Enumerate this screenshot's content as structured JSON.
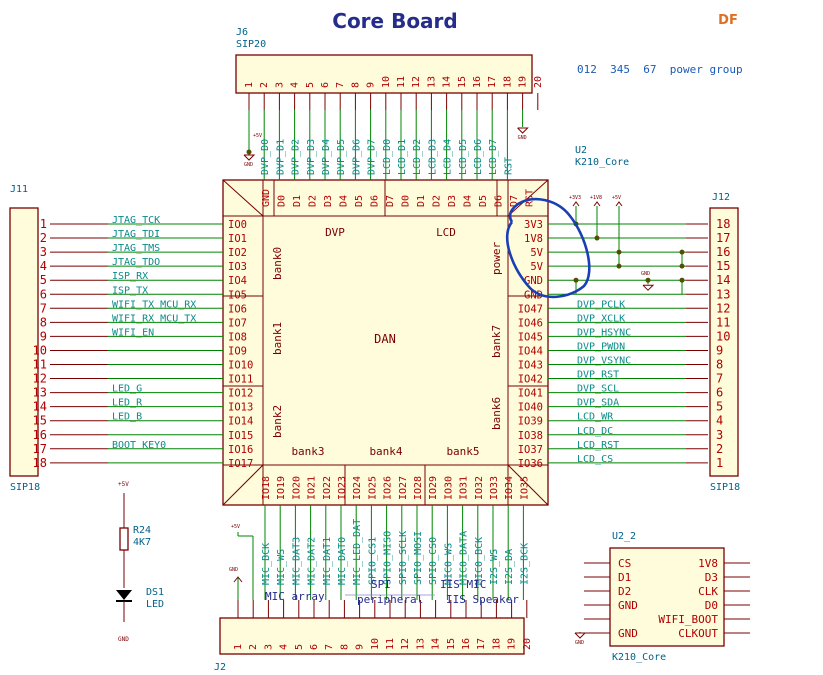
{
  "title": "Core Board",
  "brand": "DF",
  "power_group": "012  345  67  power group",
  "colors": {
    "outline": "#7a0000",
    "fill": "#fffcdb",
    "pin_num": "#b00000",
    "pin_name": "#008484",
    "label": "#0a8a8a",
    "net": "#505000",
    "comp": "#00628a",
    "wire": "#008400",
    "dark": "#252c8a",
    "annot": "#1a3fb5",
    "df": "#e07020"
  },
  "j6": {
    "ref": "J6",
    "val": "SIP20",
    "pins": [
      "1",
      "2",
      "3",
      "4",
      "5",
      "6",
      "7",
      "8",
      "9",
      "10",
      "11",
      "12",
      "13",
      "14",
      "15",
      "16",
      "17",
      "18",
      "19",
      "20"
    ]
  },
  "j2": {
    "ref": "J2",
    "pins": [
      "1",
      "2",
      "3",
      "4",
      "5",
      "6",
      "7",
      "8",
      "9",
      "10",
      "11",
      "12",
      "13",
      "14",
      "15",
      "16",
      "17",
      "18",
      "19",
      "20"
    ]
  },
  "j11": {
    "ref": "J11",
    "val": "SIP18",
    "pins": [
      "1",
      "2",
      "3",
      "4",
      "5",
      "6",
      "7",
      "8",
      "9",
      "10",
      "11",
      "12",
      "13",
      "14",
      "15",
      "16",
      "17",
      "18"
    ]
  },
  "j12": {
    "ref": "J12",
    "val": "SIP18",
    "pins": [
      "18",
      "17",
      "16",
      "15",
      "14",
      "13",
      "12",
      "11",
      "10",
      "9",
      "8",
      "7",
      "6",
      "5",
      "4",
      "3",
      "2",
      "1"
    ]
  },
  "u2": {
    "ref": "U2",
    "val": "K210_Core",
    "center": "DAN",
    "top_pins": [
      "GND",
      "D0",
      "D1",
      "D2",
      "D3",
      "D4",
      "D5",
      "D6",
      "D7",
      "D0",
      "D1",
      "D2",
      "D3",
      "D4",
      "D5",
      "D6",
      "D7",
      "RST"
    ],
    "top_groups": [
      "DVP",
      "LCD"
    ],
    "left_pins": [
      "IO0",
      "IO1",
      "IO2",
      "IO3",
      "IO4",
      "IO5",
      "IO6",
      "IO7",
      "IO8",
      "IO9",
      "IO10",
      "IO11",
      "IO12",
      "IO13",
      "IO14",
      "IO15",
      "IO16",
      "IO17"
    ],
    "right_pins": [
      "3V3",
      "1V8",
      "5V",
      "5V",
      "GND",
      "GND",
      "IO47",
      "IO46",
      "IO45",
      "IO44",
      "IO43",
      "IO42",
      "IO41",
      "IO40",
      "IO39",
      "IO38",
      "IO37",
      "IO36"
    ],
    "bottom_pins": [
      "IO18",
      "IO19",
      "IO20",
      "IO21",
      "IO22",
      "IO23",
      "IO24",
      "IO25",
      "IO26",
      "IO27",
      "IO28",
      "IO29",
      "IO30",
      "IO31",
      "IO32",
      "IO33",
      "IO34",
      "IO35"
    ],
    "banks": [
      "bank0",
      "bank1",
      "bank2",
      "bank3",
      "bank4",
      "bank5",
      "bank6",
      "bank7",
      "power"
    ]
  },
  "top_nets": [
    "+5V",
    "DVP_D0",
    "DVP_D1",
    "DVP_D2",
    "DVP_D3",
    "DVP_D4",
    "DVP_D5",
    "DVP_D6",
    "DVP_D7",
    "LCD_D0",
    "LCD_D1",
    "LCD_D2",
    "LCD_D3",
    "LCD_D4",
    "LCD_D5",
    "LCD_D6",
    "LCD_D7",
    "RST",
    "GND"
  ],
  "left_nets": [
    "JTAG_TCK",
    "JTAG_TDI",
    "JTAG_TMS",
    "JTAG_TDO",
    "ISP_RX",
    "ISP_TX",
    "WIFI_TX  MCU_RX",
    "WIFI_RX  MCU_TX",
    "WIFI_EN",
    "",
    "",
    "",
    "LED_G",
    "LED_R",
    "LED_B",
    "",
    "BOOT  KEY0",
    ""
  ],
  "right_nets": [
    "DVP_PCLK",
    "DVP_XCLK",
    "DVP_HSYNC",
    "DVP_PWDN",
    "DVP_VSYNC",
    "DVP_RST",
    "DVP_SCL",
    "DVP_SDA",
    "LCD_WR",
    "LCD_DC",
    "LCD_RST",
    "LCD_CS"
  ],
  "power_labels": [
    "+3V3",
    "+1V8",
    "+5V"
  ],
  "bottom_nets": [
    "MIC_BCK",
    "MIC_WS",
    "MIC_DAT3",
    "MIC_DAT2",
    "MIC_DAT1",
    "MIC_DAT0",
    "MIC_LED_DAT",
    "SPI0_CS1",
    "SPI0_MISO",
    "SPI0_SCLK",
    "SPI0_MOSI",
    "SPI0_CS0",
    "MIC0_WS",
    "MIC0_DATA",
    "MIC0_BCK",
    "I2S_WS",
    "I2S_DA",
    "I2S_BCK"
  ],
  "groups": [
    "MIC array",
    "SPI",
    "peripheral",
    "IIS MIC",
    "IIS Speaker"
  ],
  "led": {
    "r_ref": "R24",
    "r_val": "4K7",
    "d_ref": "DS1",
    "d_val": "LED"
  },
  "gnd": "GND",
  "vcc": "+5V",
  "u2_2": {
    "ref": "U2_2",
    "val": "K210_Core",
    "left": [
      "CS",
      "D1",
      "D2",
      "GND",
      "",
      "GND"
    ],
    "right": [
      "1V8",
      "D3",
      "CLK",
      "D0",
      "WIFI_BOOT",
      "CLKOUT"
    ]
  }
}
